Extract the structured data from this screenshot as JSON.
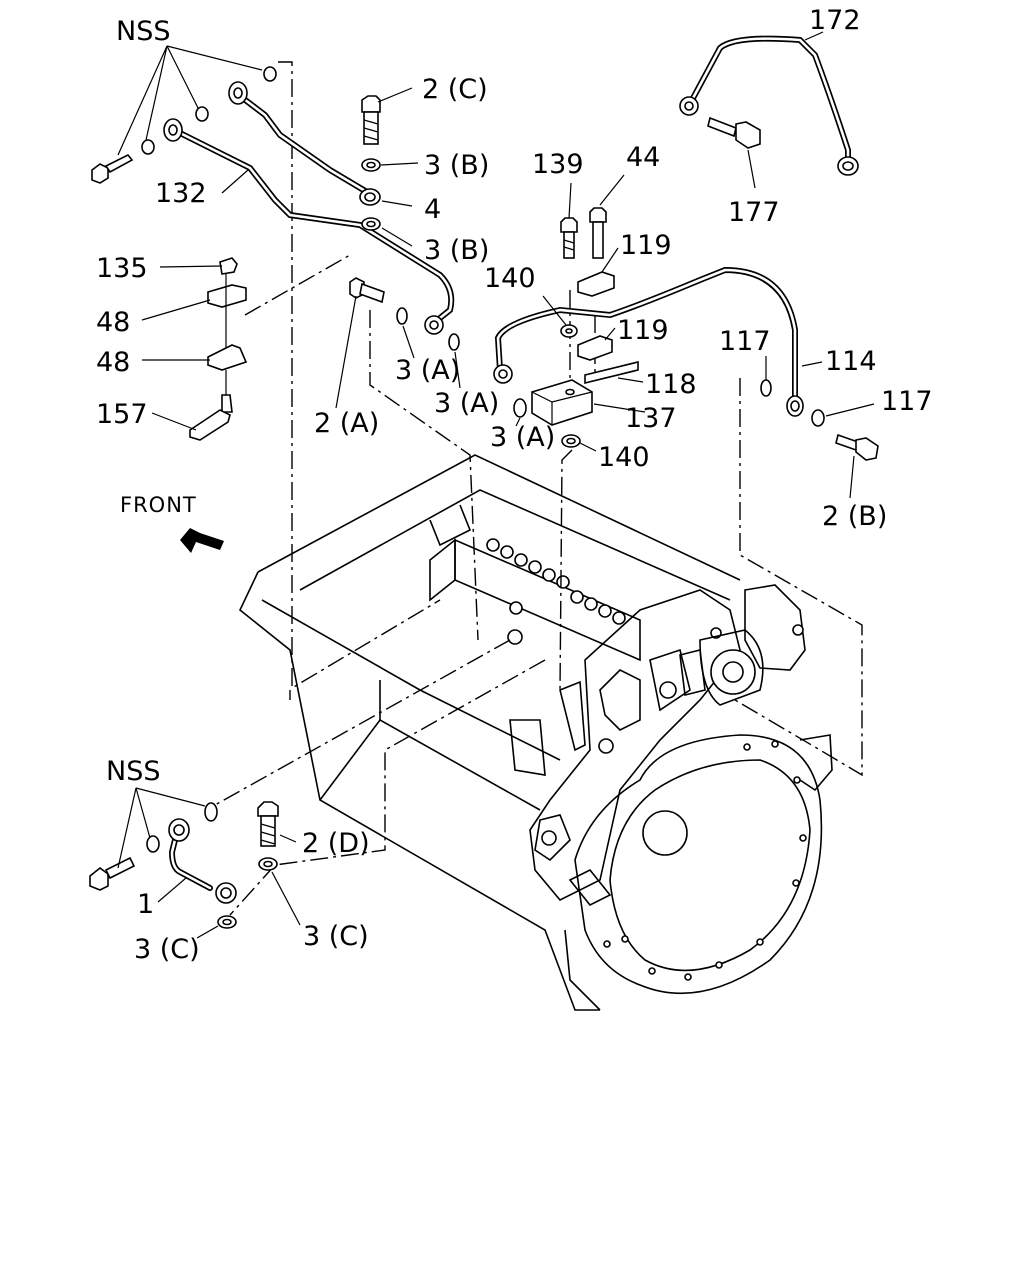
{
  "labels": {
    "nss_top": "NSS",
    "nss_bottom": "NSS",
    "front": "FRONT",
    "p172": "172",
    "p177": "177",
    "p2c": "2 (C)",
    "p3b_upper": "3 (B)",
    "p4": "4",
    "p3b_lower": "3 (B)",
    "p132": "132",
    "p135": "135",
    "p48_upper": "48",
    "p48_lower": "48",
    "p157": "157",
    "p2a": "2 (A)",
    "p3a_1": "3 (A)",
    "p3a_2": "3 (A)",
    "p3a_3": "3 (A)",
    "p139": "139",
    "p44": "44",
    "p119_upper": "119",
    "p119_lower": "119",
    "p140_upper": "140",
    "p140_lower": "140",
    "p118": "118",
    "p137": "137",
    "p117_left": "117",
    "p117_right": "117",
    "p114": "114",
    "p2b": "2 (B)",
    "p2d": "2 (D)",
    "p1": "1",
    "p3c_left": "3 (C)",
    "p3c_right": "3 (C)"
  }
}
